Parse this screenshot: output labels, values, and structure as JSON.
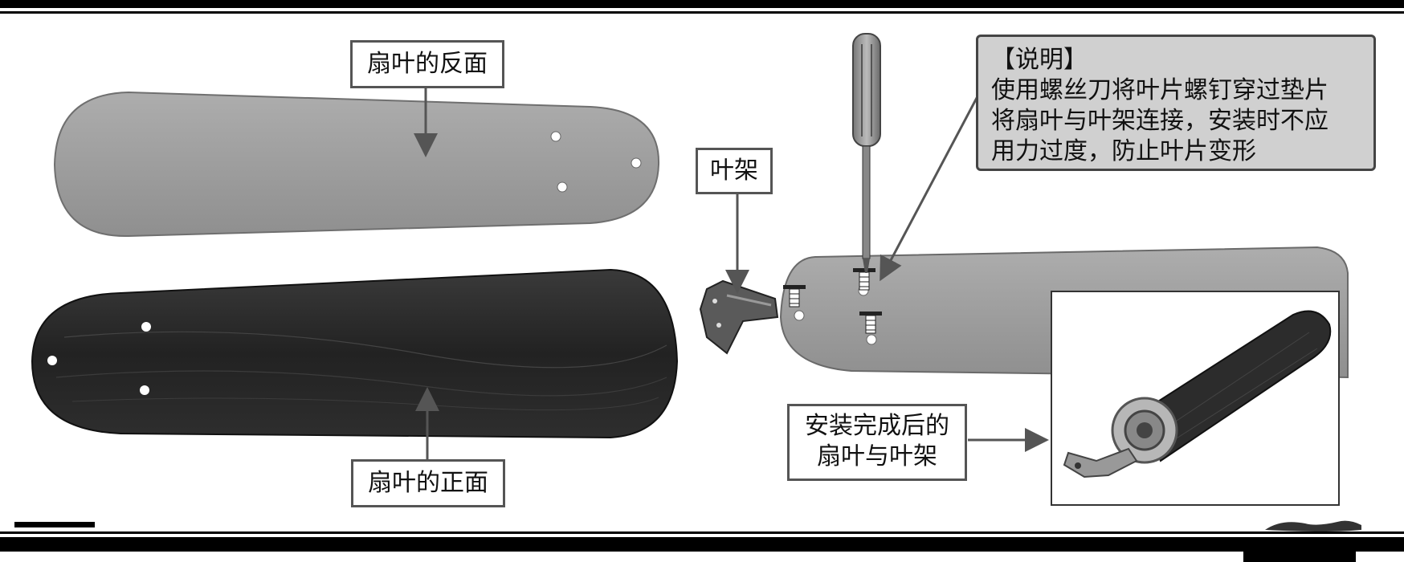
{
  "labels": {
    "blade_back": "扇叶的反面",
    "blade_front": "扇叶的正面",
    "blade_iron": "叶架",
    "assembled": [
      "安装完成后的",
      "扇叶与叶架"
    ]
  },
  "note": {
    "title": "【说明】",
    "lines": [
      "使用螺丝刀将叶片螺钉穿过垫片",
      "将扇叶与叶架连接，安装时不应",
      "用力过度，防止叶片变形"
    ]
  },
  "colors": {
    "blade_back": "#9c9c9c",
    "blade_front": "#2a2a2a",
    "note_bg": "#d0d0d0",
    "border": "#555555",
    "rule": "#000000"
  },
  "icons": [
    "screwdriver-icon",
    "screw-icon",
    "blade-iron-icon"
  ]
}
